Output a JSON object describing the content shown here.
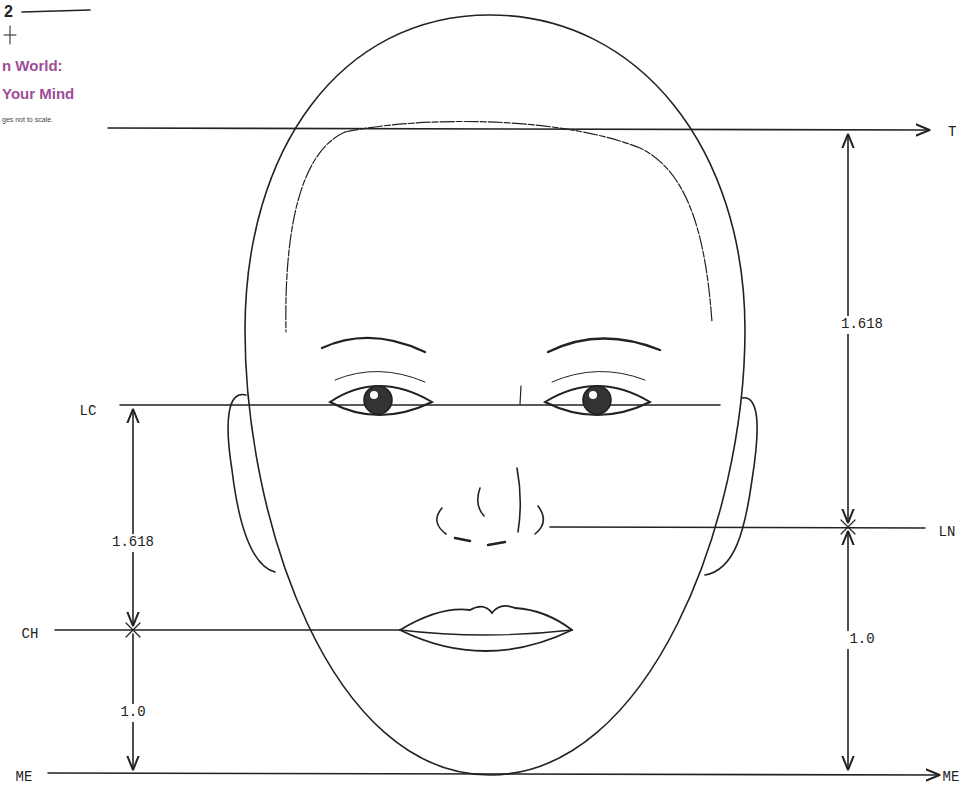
{
  "diagram": {
    "labels": [
      "2",
      "n World:",
      "Your Mind",
      "ges not to scale.",
      "T",
      "LC",
      "1.618",
      "LN",
      "1.618",
      "CH",
      "1.0",
      "1.0",
      "ME",
      "ME"
    ]
  }
}
